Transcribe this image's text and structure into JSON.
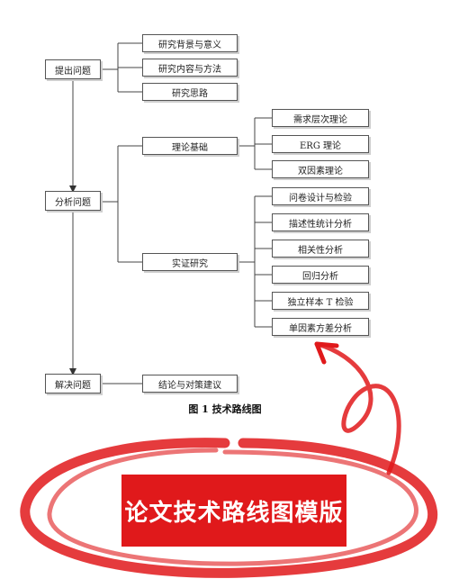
{
  "main": {
    "label": "提出问题"
  },
  "analyze": {
    "label": "分析问题"
  },
  "solve": {
    "label": "解决问题"
  },
  "propose_children": [
    "研究背景与意义",
    "研究内容与方法",
    "研究思路"
  ],
  "theory": {
    "label": "理论基础",
    "children": [
      "需求层次理论",
      "ERG 理论",
      "双因素理论"
    ]
  },
  "empirical": {
    "label": "实证研究",
    "children": [
      "问卷设计与检验",
      "描述性统计分析",
      "相关性分析",
      "回归分析",
      "独立样本 T 检验",
      "单因素方差分析"
    ]
  },
  "conclusion": {
    "label": "结论与对策建议"
  },
  "caption": "图 1  技术路线图",
  "banner": {
    "text": "论文技术路线图模版"
  },
  "colors": {
    "accent_red": "#e0191b",
    "box_border": "#555555"
  }
}
